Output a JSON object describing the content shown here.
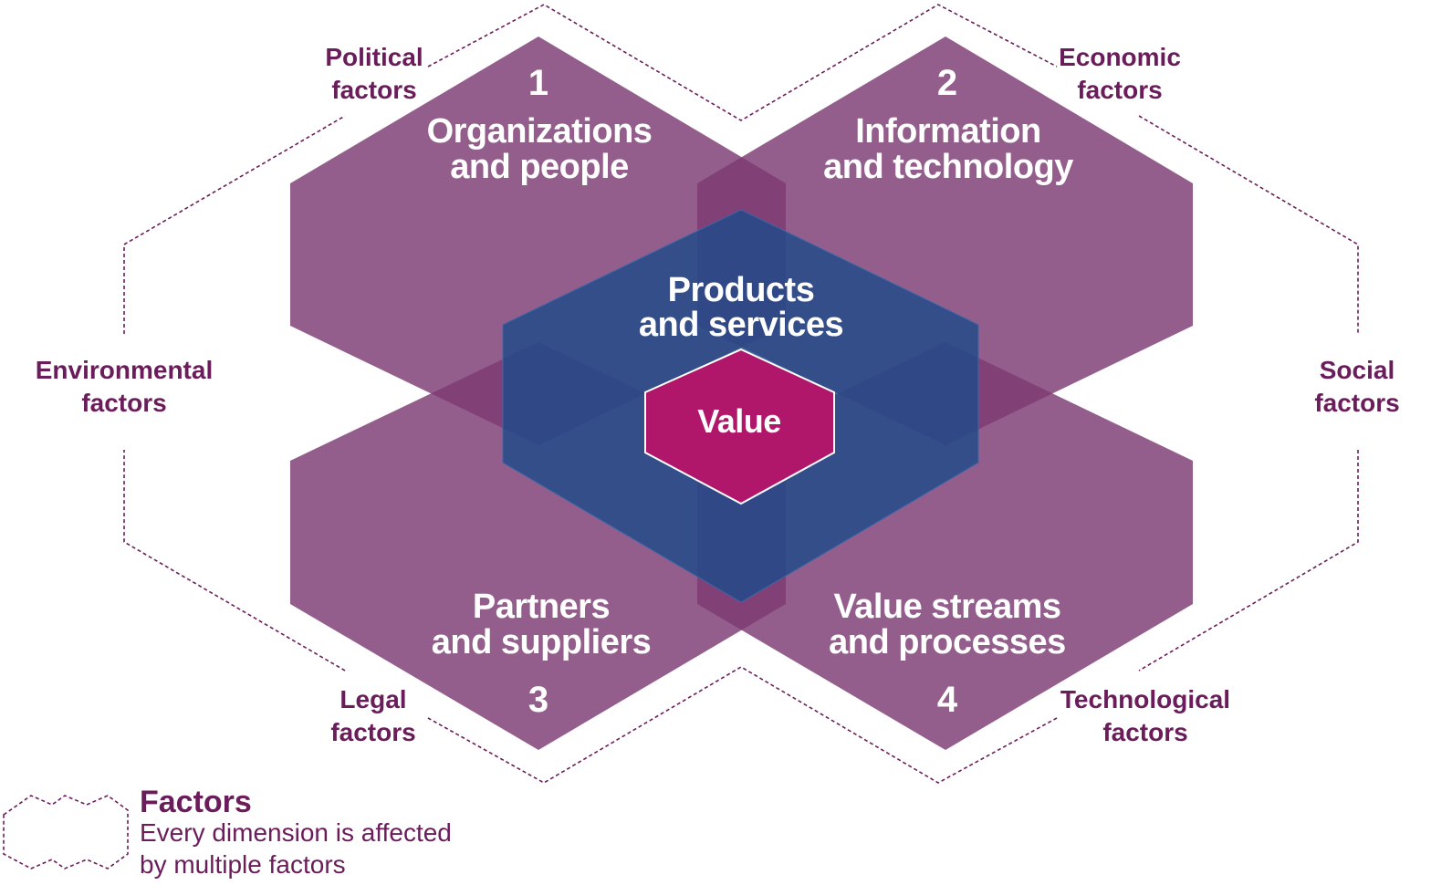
{
  "dimensions": [
    {
      "number": "1",
      "title_line1": "Organizations",
      "title_line2": "and people"
    },
    {
      "number": "2",
      "title_line1": "Information",
      "title_line2": "and technology"
    },
    {
      "number": "3",
      "title_line1": "Partners",
      "title_line2": "and suppliers"
    },
    {
      "number": "4",
      "title_line1": "Value streams",
      "title_line2": "and processes"
    }
  ],
  "center": {
    "products_line1": "Products",
    "products_line2": "and services",
    "value": "Value"
  },
  "factors": {
    "political": {
      "line1": "Political",
      "line2": "factors"
    },
    "economic": {
      "line1": "Economic",
      "line2": "factors"
    },
    "environmental": {
      "line1": "Environmental",
      "line2": "factors"
    },
    "social": {
      "line1": "Social",
      "line2": "factors"
    },
    "legal": {
      "line1": "Legal",
      "line2": "factors"
    },
    "technological": {
      "line1": "Technological",
      "line2": "factors"
    }
  },
  "legend": {
    "title": "Factors",
    "desc_line1": "Every dimension is affected",
    "desc_line2": "by multiple factors"
  },
  "colors": {
    "dimension_fill": "#7d3a73",
    "products_fill": "#1e4a8a",
    "value_fill": "#b0166a",
    "text_dark": "#6a1d5a"
  }
}
